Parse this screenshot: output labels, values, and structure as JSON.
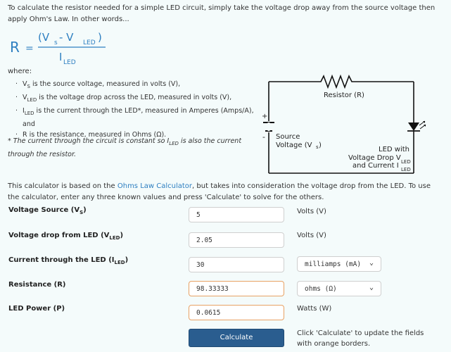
{
  "intro": "To calculate the resistor needed for a simple LED circuit, simply take the voltage drop away from the source voltage then apply Ohm's Law. In other words...",
  "formula": {
    "lhs": "R",
    "eq": "=",
    "numerator": "(V",
    "num_sub_s": "s",
    "minus": " - V",
    "num_sub_led": "LED",
    "close": ")",
    "denominator": "I",
    "den_sub": "LED"
  },
  "where": "where:",
  "definitions": [
    {
      "sym": "V",
      "sub": "S",
      "text": " is the source voltage, measured in volts (V),"
    },
    {
      "sym": "V",
      "sub": "LED",
      "text": " is the voltage drop across the LED, measured in volts (V),"
    },
    {
      "sym": "I",
      "sub": "LED",
      "text": " is the current through the LED*, measured in Amperes (Amps/A), and"
    },
    {
      "sym": "R",
      "sub": "",
      "text": " is the resistance, measured in Ohms (Ω)."
    }
  ],
  "note": {
    "prefix": "* The current through the circuit is constant so I",
    "sub": "LED",
    "suffix": " is also the current through the resistor."
  },
  "circuit": {
    "resistor_label": "Resistor (R)",
    "plus": "+",
    "minus": "-",
    "source_line1": "Source",
    "source_line2": "Voltage (V",
    "source_sub": "s",
    "source_close": ")",
    "led_line1": "LED with",
    "led_line2": "Voltage Drop V",
    "led_line3": "and Current I",
    "led_sub": "LED"
  },
  "calc_info": {
    "before_link": "This calculator is based on the ",
    "link": "Ohms Law Calculator",
    "after_link": ", but takes into consideration the voltage drop from the LED. To use the calculator, enter any three known values and press 'Calculate' to solve for the others."
  },
  "rows": {
    "voltage_source": {
      "label": "Voltage Source (V",
      "sub": "S",
      "close": ")",
      "value": "5",
      "unit": "Volts (V)"
    },
    "voltage_drop": {
      "label": "Voltage drop from LED (V",
      "sub": "LED",
      "close": ")",
      "value": "2.05",
      "unit": "Volts (V)"
    },
    "current": {
      "label": "Current through the LED (I",
      "sub": "LED",
      "close": ")",
      "value": "30",
      "unit": "milliamps (mA)"
    },
    "resistance": {
      "label": "Resistance (R)",
      "value": "98.33333",
      "unit": "ohms (Ω)"
    },
    "power": {
      "label": "LED Power (P)",
      "value": "0.0615",
      "unit": "Watts (W)"
    }
  },
  "calculate_label": "Calculate",
  "hint": "Click 'Calculate' to update the fields with orange borders.",
  "colors": {
    "accent_blue": "#2e7fc1",
    "button": "#2a5d8f",
    "orange_border": "#e8a264"
  }
}
